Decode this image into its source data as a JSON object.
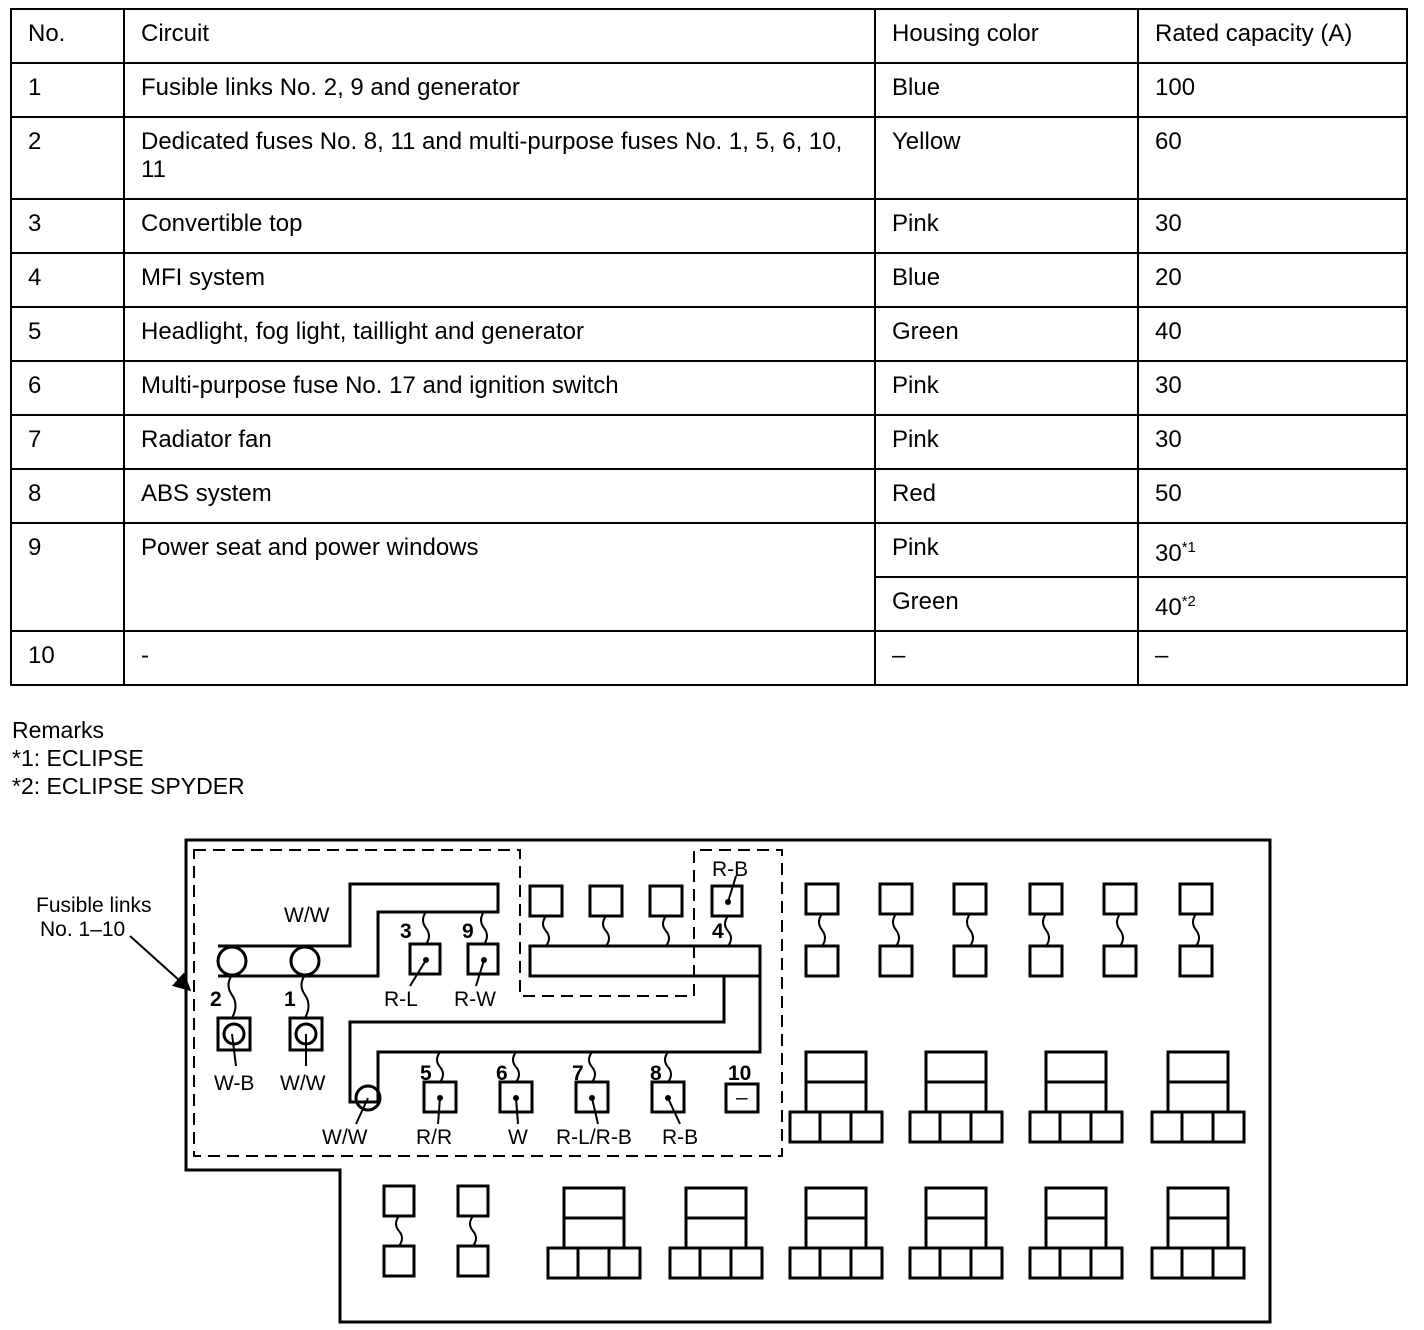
{
  "table": {
    "headers": [
      "No.",
      "Circuit",
      "Housing color",
      "Rated capacity (A)"
    ],
    "rows": [
      {
        "no": "1",
        "circuit": "Fusible links No. 2, 9 and generator",
        "color": "Blue",
        "capacity": "100"
      },
      {
        "no": "2",
        "circuit": "Dedicated fuses No. 8, 11 and multi-purpose fuses No. 1, 5, 6, 10, 11",
        "color": "Yellow",
        "capacity": "60"
      },
      {
        "no": "3",
        "circuit": "Convertible top",
        "color": "Pink",
        "capacity": "30"
      },
      {
        "no": "4",
        "circuit": "MFI system",
        "color": "Blue",
        "capacity": "20"
      },
      {
        "no": "5",
        "circuit": "Headlight, fog light, taillight and generator",
        "color": "Green",
        "capacity": "40"
      },
      {
        "no": "6",
        "circuit": "Multi-purpose fuse No. 17 and ignition switch",
        "color": "Pink",
        "capacity": "30"
      },
      {
        "no": "7",
        "circuit": "Radiator fan",
        "color": "Pink",
        "capacity": "30"
      },
      {
        "no": "8",
        "circuit": "ABS system",
        "color": "Red",
        "capacity": "50"
      },
      {
        "no": "9",
        "circuit": "Power seat and power windows",
        "color": "Pink",
        "capacity": "30",
        "capacity_note": "*1",
        "alt_color": "Green",
        "alt_capacity": "40",
        "alt_capacity_note": "*2"
      },
      {
        "no": "10",
        "circuit": "-",
        "color": "–",
        "capacity": "–"
      }
    ]
  },
  "remarks": {
    "title": "Remarks",
    "items": [
      "*1:  ECLIPSE",
      "*2:  ECLIPSE  SPYDER"
    ]
  },
  "diagram": {
    "callout_line1": "Fusible links",
    "callout_line2": "No. 1–10",
    "link_numbers": [
      "1",
      "2",
      "3",
      "4",
      "5",
      "6",
      "7",
      "8",
      "9",
      "10"
    ],
    "wire_labels": {
      "ww_top": "W/W",
      "wb": "W-B",
      "ww_1": "W/W",
      "rl": "R-L",
      "rw": "R-W",
      "rb_top": "R-B",
      "ww_bottom": "W/W",
      "rr": "R/R",
      "w": "W",
      "rl_rb": "R-L/R-B",
      "rb_8": "R-B",
      "dash_10": "–"
    }
  }
}
